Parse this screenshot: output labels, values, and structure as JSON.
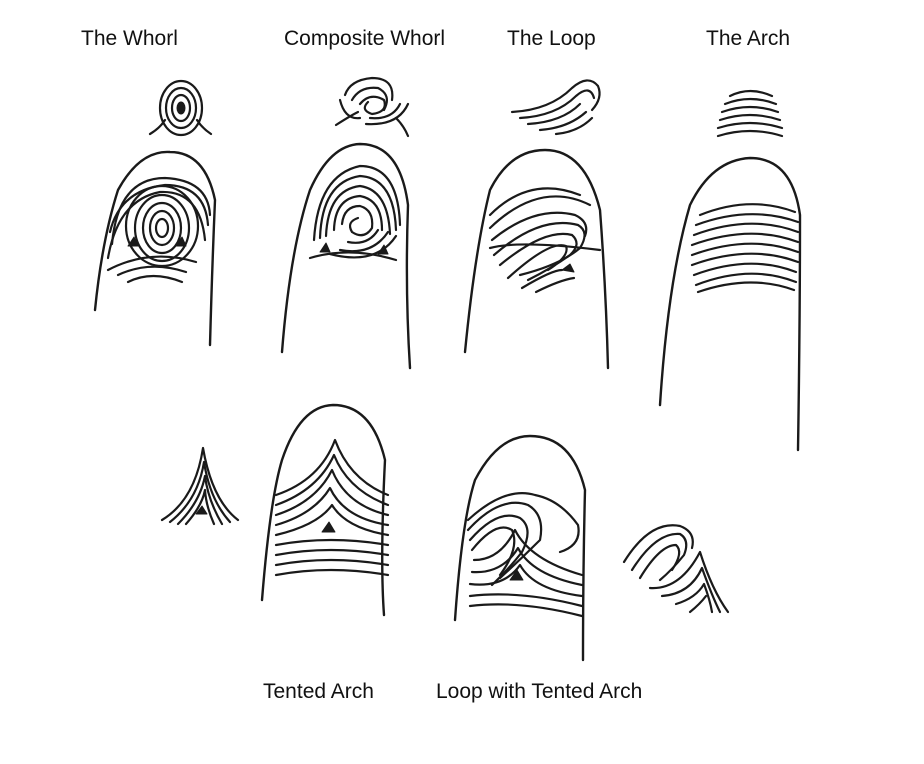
{
  "labels": {
    "whorl": "The Whorl",
    "composite_whorl": "Composite Whorl",
    "loop": "The Loop",
    "arch": "The Arch",
    "tented_arch": "Tented Arch",
    "loop_tented_arch": "Loop with Tented Arch"
  }
}
